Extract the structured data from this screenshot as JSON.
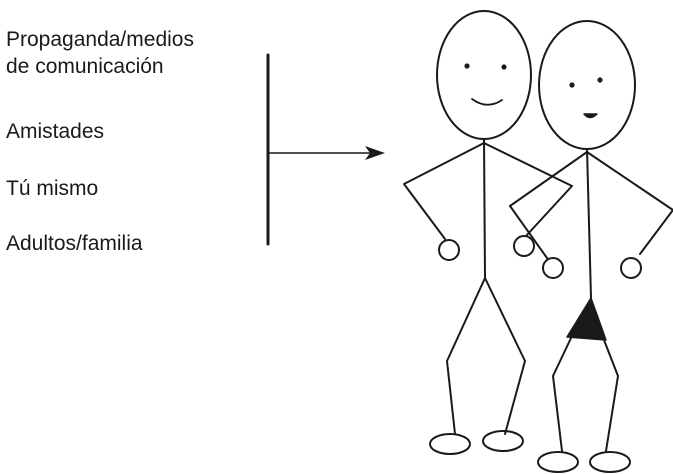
{
  "influence_list": {
    "items": [
      "Propaganda/medios\nde comunicación",
      "Amistades",
      "Tú mismo",
      "Adultos/familia"
    ]
  },
  "figures": {
    "people": [
      "man-figure",
      "woman-figure"
    ],
    "arrow_direction": "right"
  },
  "colors": {
    "ink": "#1a1a1a",
    "background": "#ffffff"
  }
}
